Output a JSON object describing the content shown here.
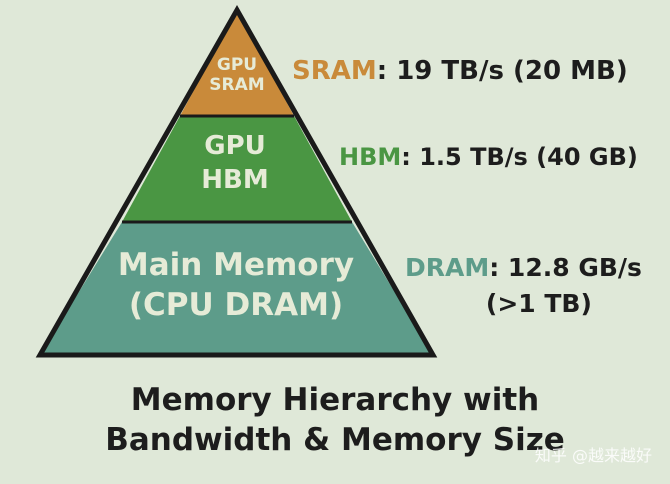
{
  "pyramid": {
    "tiers": [
      {
        "line1": "GPU",
        "line2": "SRAM",
        "color": "#c98a3a"
      },
      {
        "line1": "GPU",
        "line2": "HBM",
        "color": "#4a9643"
      },
      {
        "line1": "Main Memory",
        "line2": "(CPU DRAM)",
        "color": "#5d9c8a"
      }
    ],
    "outline_color": "#1a1a1a"
  },
  "specs": {
    "sram": {
      "name": "SRAM",
      "value": ": 19 TB/s (20 MB)"
    },
    "hbm": {
      "name": "HBM",
      "value": ": 1.5 TB/s (40 GB)"
    },
    "dram": {
      "name": "DRAM",
      "value": ": 12.8 GB/s",
      "extra": "(>1 TB)"
    }
  },
  "caption": {
    "line1": "Memory Hierarchy with",
    "line2": "Bandwidth & Memory Size"
  },
  "watermark": "知乎 @越来越好"
}
